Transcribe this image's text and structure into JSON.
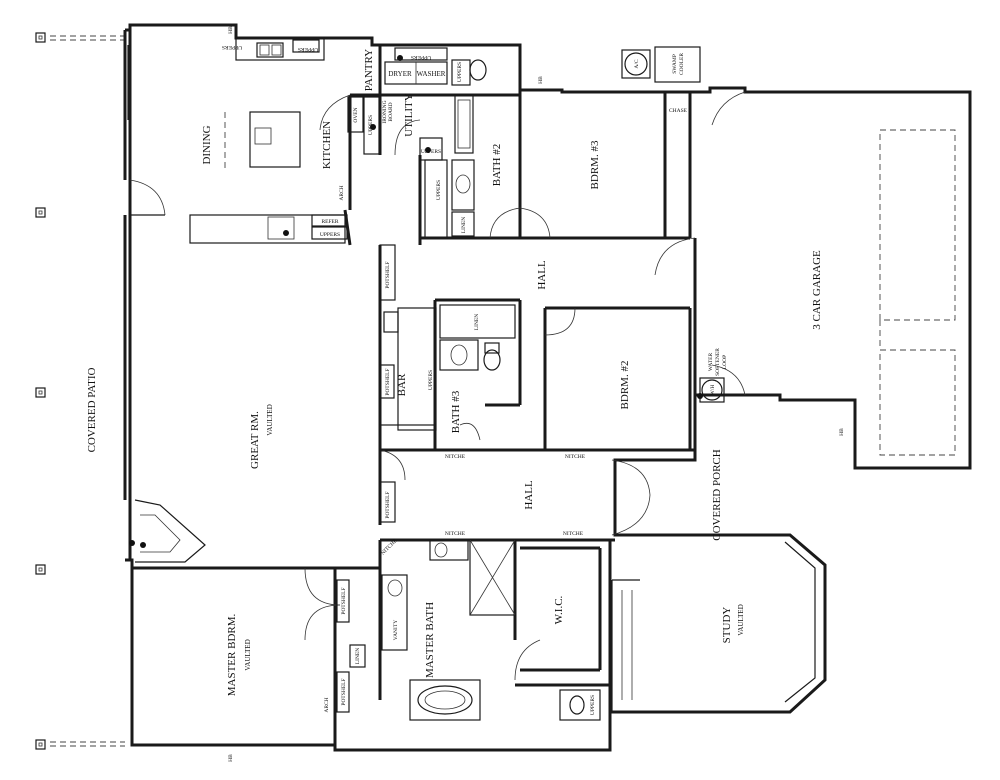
{
  "rooms": {
    "covered_patio": "COVERED PATIO",
    "dining": "DINING",
    "kitchen": "KITCHEN",
    "great_rm": "GREAT RM.",
    "great_rm_note": "VAULTED",
    "master_bdrm": "MASTER BDRM.",
    "master_bdrm_note": "VAULTED",
    "master_bath": "MASTER BATH",
    "wic": "W.I.C.",
    "study": "STUDY",
    "study_note": "VAULTED",
    "covered_porch": "COVERED PORCH",
    "hall_upper": "HALL",
    "hall_lower": "HALL",
    "bdrm2": "BDRM. #2",
    "bdrm3": "BDRM. #3",
    "bath2": "BATH #2",
    "bath3": "BATH #3",
    "utility": "UTILITY",
    "pantry": "PANTRY",
    "garage": "3 CAR GARAGE",
    "bar": "BAR"
  },
  "fixtures": {
    "uppers": "UPPERS",
    "dryer": "DRYER",
    "washer": "WASHER",
    "oven": "OVEN",
    "refer": "REFER",
    "linen": "LINEN",
    "vanity": "VANITY",
    "potshelf": "POTSHELF",
    "nitche": "NITCHE",
    "arch": "ARCH",
    "chase": "CHASE",
    "ac": "A/C",
    "swamp_cooler_1": "SWAMP",
    "swamp_cooler_2": "COOLER",
    "wh": "W/H",
    "water_softener_1": "WATER",
    "water_softener_2": "SOFTENER",
    "water_softener_3": "LOOP",
    "hb": "HB",
    "ironing_board_1": "IRONING",
    "ironing_board_2": "BOARD"
  }
}
